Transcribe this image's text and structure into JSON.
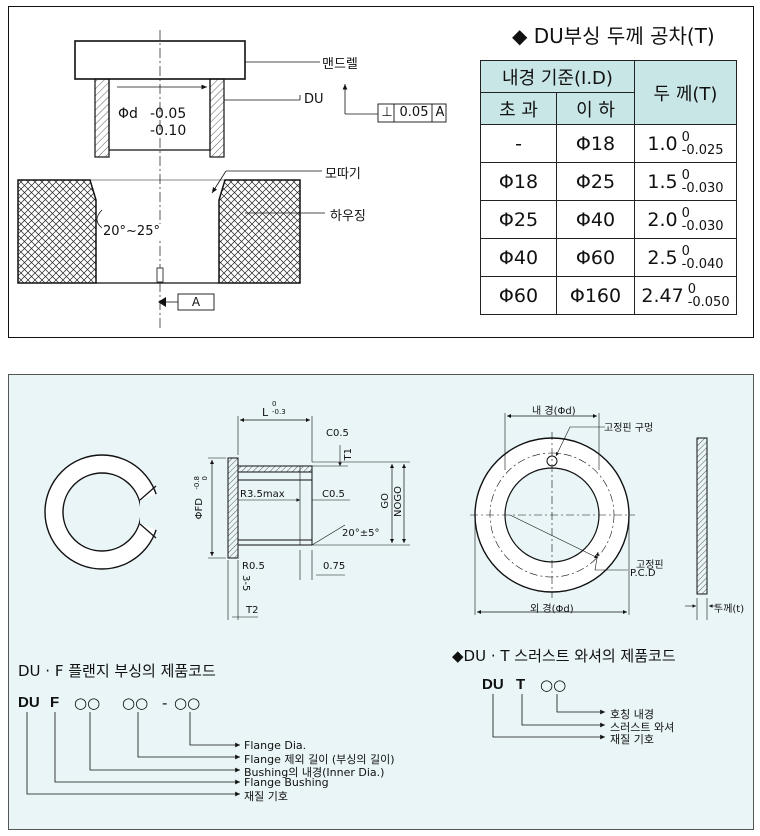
{
  "top": {
    "title": "◆ DU부싱 두께 공차(T)",
    "labels": {
      "mandrel": "맨드렐",
      "du": "DU",
      "chamfer": "모따기",
      "housing": "하우징",
      "angle": "20°~25°",
      "datum": "A",
      "tol_symbol": "⊥",
      "tol_value": "0.05",
      "tol_datum": "A",
      "phi_d": "Φd",
      "dev_upper": "-0.05",
      "dev_lower": "-0.10"
    },
    "table": {
      "header_group": "내경 기준(I.D)",
      "header_over": "초 과",
      "header_under": "이 하",
      "header_thickness": "두 께(T)",
      "rows": [
        {
          "over": "-",
          "under": "Φ18",
          "nominal": "1.0",
          "upper": "0",
          "lower": "-0.025"
        },
        {
          "over": "Φ18",
          "under": "Φ25",
          "nominal": "1.5",
          "upper": "0",
          "lower": "-0.030"
        },
        {
          "over": "Φ25",
          "under": "Φ40",
          "nominal": "2.0",
          "upper": "0",
          "lower": "-0.030"
        },
        {
          "over": "Φ40",
          "under": "Φ60",
          "nominal": "2.5",
          "upper": "0",
          "lower": "-0.040"
        },
        {
          "over": "Φ60",
          "under": "Φ160",
          "nominal": "2.47",
          "upper": "0",
          "lower": "-0.050"
        }
      ]
    }
  },
  "bottom": {
    "flange_labels": {
      "L": "L",
      "L_tol_up": "0",
      "L_tol_low": "-0.3",
      "c05_top": "C0.5",
      "t1": "T1",
      "r35": "R3.5max",
      "c05_mid": "C0.5",
      "phifd": "ΦFD",
      "phifd_tol_up": "0",
      "phifd_tol_low": "-0.8",
      "go": "GO",
      "nogo": "NOGO",
      "angle": "20°±5°",
      "r05": "R0.5",
      "d075": "0.75",
      "tol35": "3-5",
      "t2": "T2"
    },
    "washer_labels": {
      "inner": "내 경(Φd)",
      "pin_hole": "고정핀 구멍",
      "pin_pcd_1": "고정핀",
      "pin_pcd_2": "P.C.D",
      "outer": "외 경(Φd)",
      "thickness": "두께(t)"
    },
    "f_code": {
      "title": "DU · F 플랜지 부싱의 제품코드",
      "parts": [
        "DU",
        "F",
        "○○",
        "○○",
        "-",
        "○○"
      ],
      "legend": [
        "Flange Dia.",
        "Flange 제외 길이 (부싱의 길이)",
        "Bushing의 내경(Inner Dia.)",
        "Flange Bushing",
        "재질 기호"
      ]
    },
    "t_code": {
      "title": "◆DU · T 스러스트 와셔의 제품코드",
      "parts": [
        "DU",
        "T",
        "○○"
      ],
      "legend": [
        "호칭 내경",
        "스러스트 와셔",
        "재질 기호"
      ]
    }
  }
}
